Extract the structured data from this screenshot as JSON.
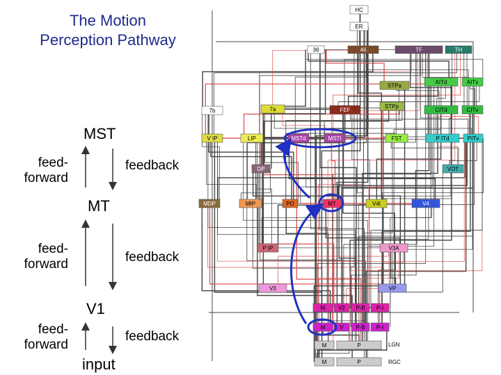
{
  "title": {
    "line1": "The Motion",
    "line2": "Perception Pathway"
  },
  "hierarchy": {
    "mst": "MST",
    "mt": "MT",
    "v1": "V1",
    "input": "input",
    "feedforward": "feed-forward",
    "feedforward_line1": "feed-",
    "feedforward_line2": "forward",
    "feedback": "feedback"
  },
  "colors": {
    "arrow_blue": "#2030c0",
    "line_gray": "#444444",
    "line_red": "#e06060",
    "title_blue": "#1f2a8c"
  },
  "areas": [
    {
      "id": "HC",
      "label": "HC",
      "fill": "#ffffff",
      "text": "#000000"
    },
    {
      "id": "ER",
      "label": "ER",
      "fill": "#ffffff",
      "text": "#000000"
    },
    {
      "id": "36",
      "label": "36",
      "fill": "#ffffff",
      "text": "#000000"
    },
    {
      "id": "46",
      "label": "46",
      "fill": "#7a4a2a",
      "text": "#ffffff"
    },
    {
      "id": "TF",
      "label": "TF",
      "fill": "#6a4a6a",
      "text": "#ffffff"
    },
    {
      "id": "TH",
      "label": "TH",
      "fill": "#2a7a6a",
      "text": "#ffffff"
    },
    {
      "id": "AITd",
      "label": "AITd",
      "fill": "#44cc44",
      "text": "#000000"
    },
    {
      "id": "AITv",
      "label": "AITv",
      "fill": "#44cc44",
      "text": "#000000"
    },
    {
      "id": "STPa",
      "label": "STPa",
      "fill": "#99aa44",
      "text": "#000000"
    },
    {
      "id": "7b",
      "label": "7b",
      "fill": "#ffffff",
      "text": "#000000"
    },
    {
      "id": "7a",
      "label": "7a",
      "fill": "#dddd33",
      "text": "#000000"
    },
    {
      "id": "FEF",
      "label": "FEF",
      "fill": "#8a2a1a",
      "text": "#ffffff"
    },
    {
      "id": "STPp",
      "label": "STPp",
      "fill": "#99bb44",
      "text": "#000000"
    },
    {
      "id": "CITd",
      "label": "CITd",
      "fill": "#33bb44",
      "text": "#000000"
    },
    {
      "id": "CITv",
      "label": "CITv",
      "fill": "#33bb44",
      "text": "#000000"
    },
    {
      "id": "VIP",
      "label": "V IP",
      "fill": "#dddd44",
      "text": "#000000"
    },
    {
      "id": "LIP",
      "label": "LIP",
      "fill": "#eeee55",
      "text": "#000000"
    },
    {
      "id": "MSTd",
      "label": "MSTd",
      "fill": "#aa44aa",
      "text": "#ffffff"
    },
    {
      "id": "MSTl",
      "label": "MSTl",
      "fill": "#aa44aa",
      "text": "#ffffff"
    },
    {
      "id": "FST",
      "label": "FST",
      "fill": "#99ee44",
      "text": "#000000"
    },
    {
      "id": "PITd",
      "label": "P ITd",
      "fill": "#33cccc",
      "text": "#000000"
    },
    {
      "id": "PITv",
      "label": "PITv",
      "fill": "#33cccc",
      "text": "#000000"
    },
    {
      "id": "DP",
      "label": "DP",
      "fill": "#886677",
      "text": "#ffffff"
    },
    {
      "id": "VOT",
      "label": "VOT",
      "fill": "#44aaaa",
      "text": "#000000"
    },
    {
      "id": "MDP",
      "label": "MDP",
      "fill": "#8a6a3a",
      "text": "#ffffff"
    },
    {
      "id": "MIP",
      "label": "MIP",
      "fill": "#ee9955",
      "text": "#000000"
    },
    {
      "id": "PO",
      "label": "PO",
      "fill": "#dd6622",
      "text": "#000000"
    },
    {
      "id": "MT",
      "label": "MT",
      "fill": "#ee3366",
      "text": "#000000"
    },
    {
      "id": "V4t",
      "label": "V4t",
      "fill": "#cccc22",
      "text": "#000000"
    },
    {
      "id": "V4",
      "label": "V4",
      "fill": "#3355dd",
      "text": "#ffffff"
    },
    {
      "id": "PIP",
      "label": "P IP",
      "fill": "#cc6677",
      "text": "#000000"
    },
    {
      "id": "V3A",
      "label": "V3A",
      "fill": "#ee99cc",
      "text": "#000000"
    },
    {
      "id": "V3",
      "label": "V3",
      "fill": "#ee99dd",
      "text": "#000000"
    },
    {
      "id": "VP",
      "label": "VP",
      "fill": "#9999ee",
      "text": "#000000"
    },
    {
      "id": "V2M",
      "label": "M",
      "fill": "#dd22aa",
      "text": "#000000"
    },
    {
      "id": "V2",
      "label": "V2",
      "fill": "#dd22aa",
      "text": "#000000"
    },
    {
      "id": "V2PB",
      "label": "P-B",
      "fill": "#dd22aa",
      "text": "#000000"
    },
    {
      "id": "V2PI",
      "label": "P-I",
      "fill": "#dd22aa",
      "text": "#000000"
    },
    {
      "id": "V1M",
      "label": "M",
      "fill": "#cc22cc",
      "text": "#000000"
    },
    {
      "id": "V1",
      "label": "V",
      "fill": "#cc22cc",
      "text": "#000000"
    },
    {
      "id": "V1PB",
      "label": "P-B",
      "fill": "#cc22cc",
      "text": "#000000"
    },
    {
      "id": "V1PI",
      "label": "P-I",
      "fill": "#cc22cc",
      "text": "#000000"
    },
    {
      "id": "LGNM",
      "label": "M",
      "fill": "#cccccc",
      "text": "#000000"
    },
    {
      "id": "LGNP",
      "label": "P",
      "fill": "#cccccc",
      "text": "#000000"
    },
    {
      "id": "RGCM",
      "label": "M",
      "fill": "#cccccc",
      "text": "#000000"
    },
    {
      "id": "RGCP",
      "label": "P",
      "fill": "#cccccc",
      "text": "#000000"
    }
  ],
  "side_labels": {
    "lgn": "LGN",
    "rgc": "RGC"
  }
}
